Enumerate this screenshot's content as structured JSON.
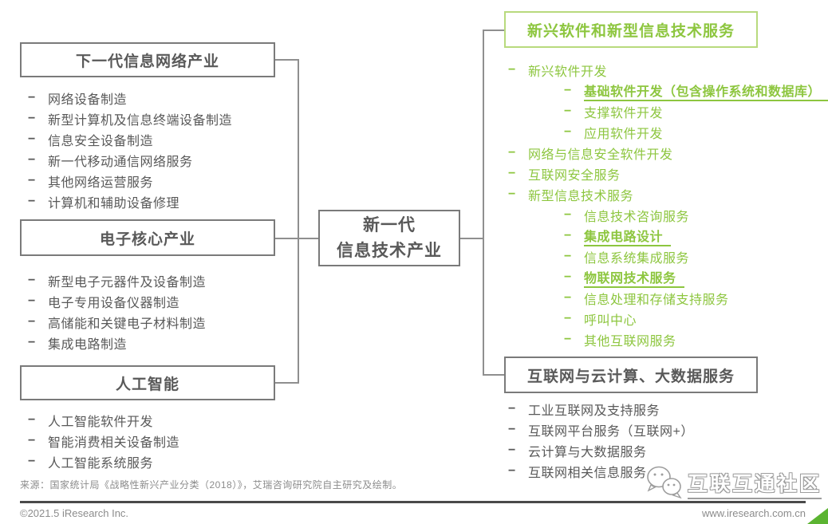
{
  "glyphs": {
    "dash": "−"
  },
  "palette": {
    "green_text": "#8dc63f",
    "green_border": "#b8da7d",
    "gray_border": "#7a7a7a",
    "dark_text": "#595959",
    "line_gray": "#8f8f8f",
    "footer_gray": "#8c8c8c",
    "triangle_green": "#5bb431"
  },
  "center": {
    "line1": "新一代",
    "line2": "信息技术产业"
  },
  "left_groups": [
    {
      "title": "下一代信息网络产业",
      "items": [
        "网络设备制造",
        "新型计算机及信息终端设备制造",
        "信息安全设备制造",
        "新一代移动通信网络服务",
        "其他网络运营服务",
        "计算机和辅助设备修理"
      ]
    },
    {
      "title": "电子核心产业",
      "items": [
        "新型电子元器件及设备制造",
        "电子专用设备仪器制造",
        "高储能和关键电子材料制造",
        "集成电路制造"
      ]
    },
    {
      "title": "人工智能",
      "items": [
        "人工智能软件开发",
        "智能消费相关设备制造",
        "人工智能系统服务"
      ]
    }
  ],
  "right_groups": [
    {
      "title": "新兴软件和新型信息技术服务",
      "style": "green",
      "items": [
        {
          "label": "新兴软件开发",
          "level": 1,
          "emphasis": false
        },
        {
          "label": "基础软件开发（包含操作系统和数据库）",
          "level": 2,
          "emphasis": true
        },
        {
          "label": "支撑软件开发",
          "level": 2,
          "emphasis": false
        },
        {
          "label": "应用软件开发",
          "level": 2,
          "emphasis": false
        },
        {
          "label": "网络与信息安全软件开发",
          "level": 1,
          "emphasis": false
        },
        {
          "label": "互联网安全服务",
          "level": 1,
          "emphasis": false
        },
        {
          "label": "新型信息技术服务",
          "level": 1,
          "emphasis": false
        },
        {
          "label": "信息技术咨询服务",
          "level": 2,
          "emphasis": false
        },
        {
          "label": "集成电路设计",
          "level": 2,
          "emphasis": true
        },
        {
          "label": "信息系统集成服务",
          "level": 2,
          "emphasis": false
        },
        {
          "label": "物联网技术服务",
          "level": 2,
          "emphasis": true
        },
        {
          "label": "信息处理和存储支持服务",
          "level": 2,
          "emphasis": false
        },
        {
          "label": "呼叫中心",
          "level": 2,
          "emphasis": false
        },
        {
          "label": "其他互联网服务",
          "level": 2,
          "emphasis": false
        }
      ]
    },
    {
      "title": "互联网与云计算、大数据服务",
      "style": "gray",
      "items": [
        {
          "label": "工业互联网及支持服务",
          "level": 1,
          "emphasis": false
        },
        {
          "label": "互联网平台服务（互联网+）",
          "level": 1,
          "emphasis": false
        },
        {
          "label": "云计算与大数据服务",
          "level": 1,
          "emphasis": false
        },
        {
          "label": "互联网相关信息服务",
          "level": 1,
          "emphasis": false
        }
      ]
    }
  ],
  "footer": {
    "source": "来源：国家统计局《战略性新兴产业分类（2018）》，艾瑞咨询研究院自主研究及绘制。",
    "copyright": "©2021.5 iResearch Inc.",
    "website": "www.iresearch.com.cn",
    "watermark": "互联互通社区"
  }
}
